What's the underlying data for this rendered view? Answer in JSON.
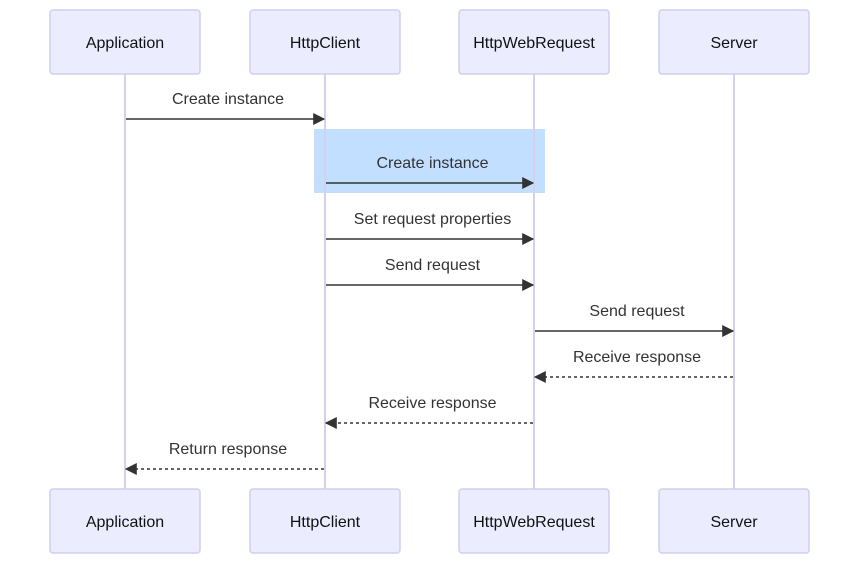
{
  "diagram": {
    "type": "sequence",
    "participants": [
      {
        "id": "app",
        "label": "Application"
      },
      {
        "id": "client",
        "label": "HttpClient"
      },
      {
        "id": "request",
        "label": "HttpWebRequest"
      },
      {
        "id": "server",
        "label": "Server"
      }
    ],
    "messages": [
      {
        "from": "app",
        "to": "client",
        "label": "Create instance",
        "style": "solid"
      },
      {
        "from": "client",
        "to": "request",
        "label": "Create instance",
        "style": "solid",
        "highlighted": true
      },
      {
        "from": "client",
        "to": "request",
        "label": "Set request properties",
        "style": "solid"
      },
      {
        "from": "client",
        "to": "request",
        "label": "Send request",
        "style": "solid"
      },
      {
        "from": "request",
        "to": "server",
        "label": "Send request",
        "style": "solid"
      },
      {
        "from": "server",
        "to": "request",
        "label": "Receive response",
        "style": "dashed"
      },
      {
        "from": "request",
        "to": "client",
        "label": "Receive response",
        "style": "dashed"
      },
      {
        "from": "client",
        "to": "app",
        "label": "Return response",
        "style": "dashed"
      }
    ]
  },
  "colors": {
    "actor_fill": "#ececff",
    "actor_stroke": "#cfcfef",
    "lifeline": "#d6d0ef",
    "highlight": "#c2dfff",
    "line": "#333333"
  }
}
